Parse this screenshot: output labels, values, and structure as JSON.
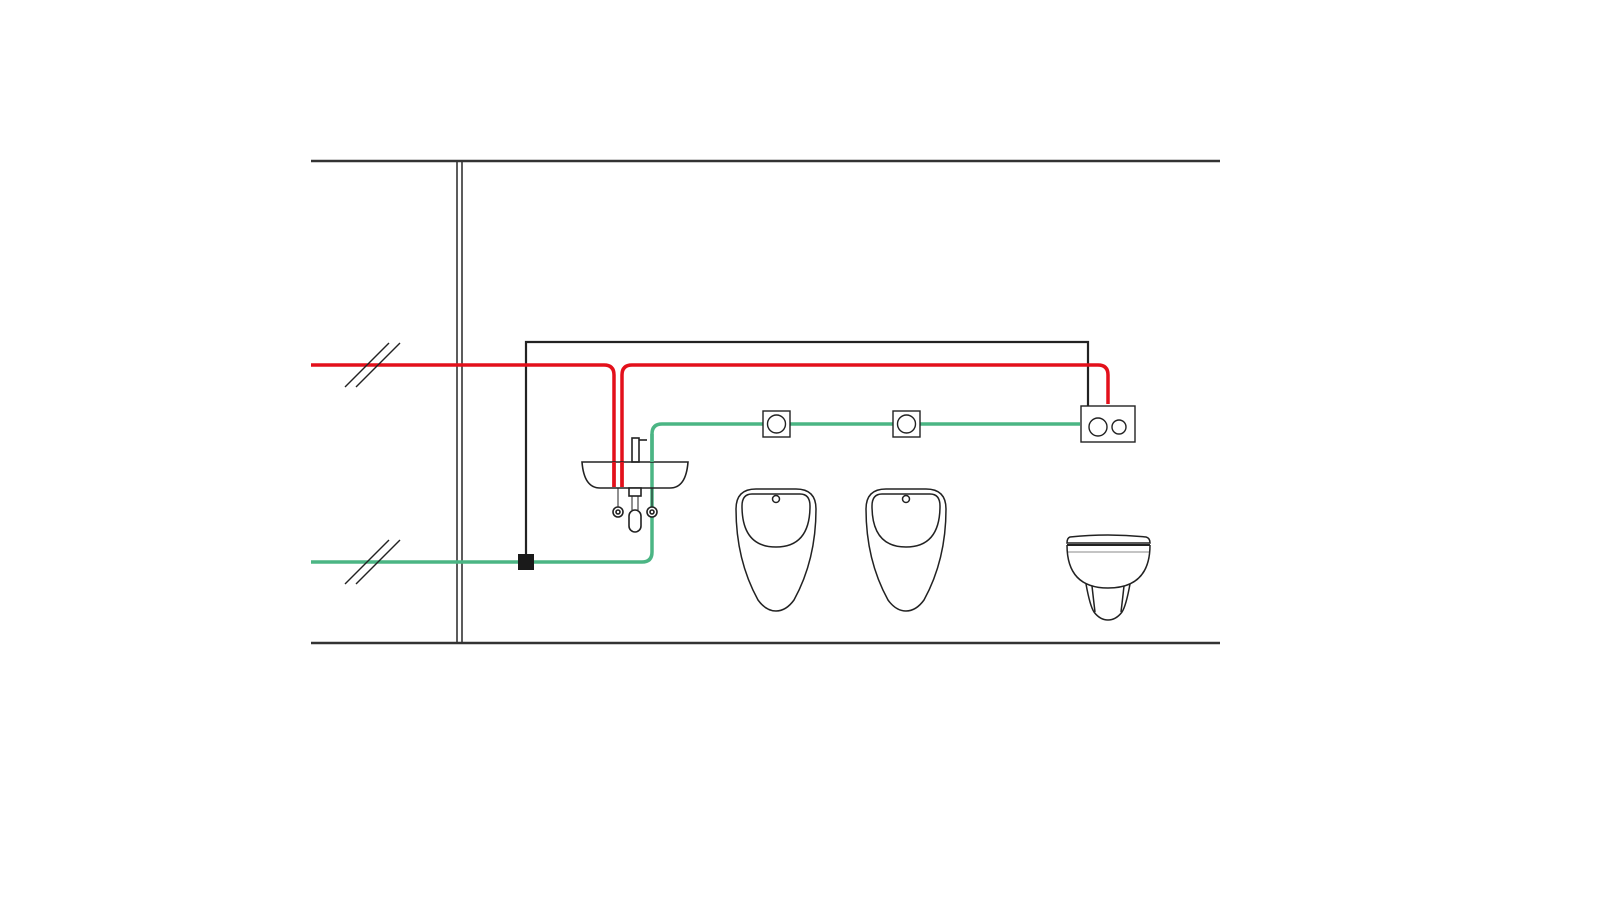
{
  "colors": {
    "hot_water_pipe": "#e3101b",
    "cold_water_pipe": "#4bb584",
    "control_line": "#222222",
    "fixture_outline": "#222222"
  },
  "elements": {
    "fixtures": [
      "washbasin",
      "urinal",
      "urinal",
      "wall-hung-toilet"
    ],
    "controls": [
      "urinal-flush-control",
      "urinal-flush-control",
      "dual-flush-plate"
    ],
    "junction": "control-box"
  }
}
